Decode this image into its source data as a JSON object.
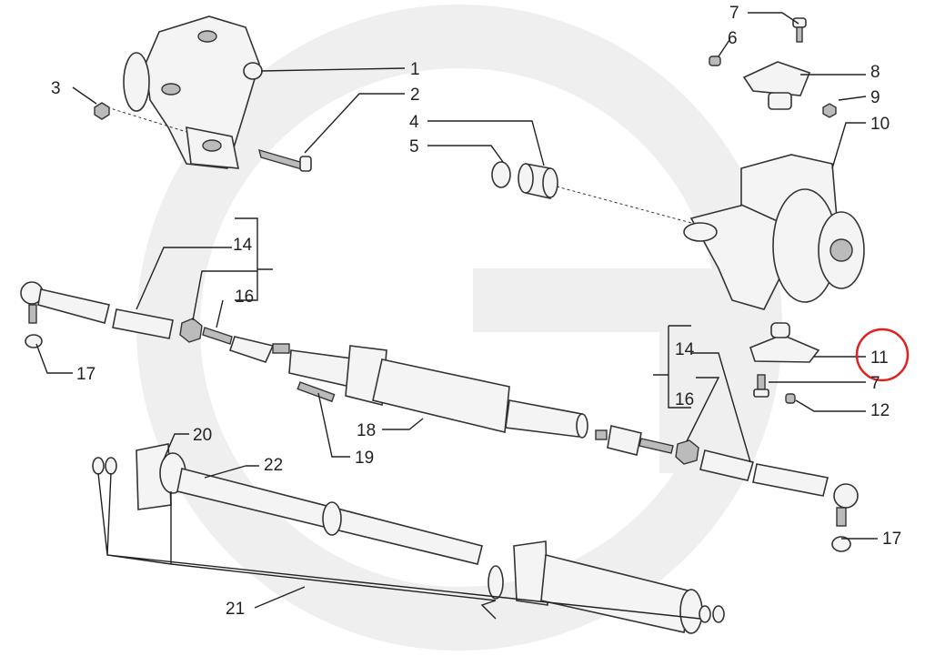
{
  "title": "Front axle steering parts diagram",
  "colors": {
    "highlight": "#e02020",
    "line": "#222222",
    "watermark": "#ececec"
  },
  "highlighted_label": "11",
  "labels": {
    "l1": "1",
    "l2": "2",
    "l3": "3",
    "l4": "4",
    "l5": "5",
    "l6": "6",
    "l7a": "7",
    "l8": "8",
    "l9": "9",
    "l10": "10",
    "l11": "11",
    "l7b": "7",
    "l12": "12",
    "l14a": "14",
    "l16a": "16",
    "l17a": "17",
    "l14b": "14",
    "l16b": "16",
    "l17b": "17",
    "l18": "18",
    "l19": "19",
    "l20": "20",
    "l21": "21",
    "l22": "22"
  }
}
